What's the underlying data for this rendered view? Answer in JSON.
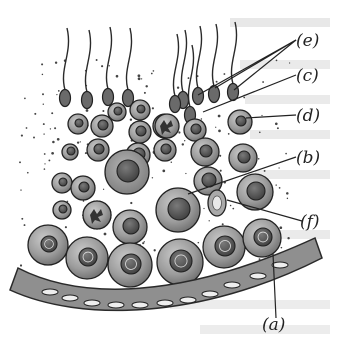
{
  "figure": {
    "labels": {
      "a": "(a)",
      "b": "(b)",
      "c": "(c)",
      "d": "(d)",
      "e": "(e)",
      "f": "(f)"
    },
    "colors": {
      "ink": "#222222",
      "cell_fill": "#9a9a9a",
      "nucleus_fill": "#5f5f5f",
      "basement_fill": "#8a8a8a"
    }
  }
}
